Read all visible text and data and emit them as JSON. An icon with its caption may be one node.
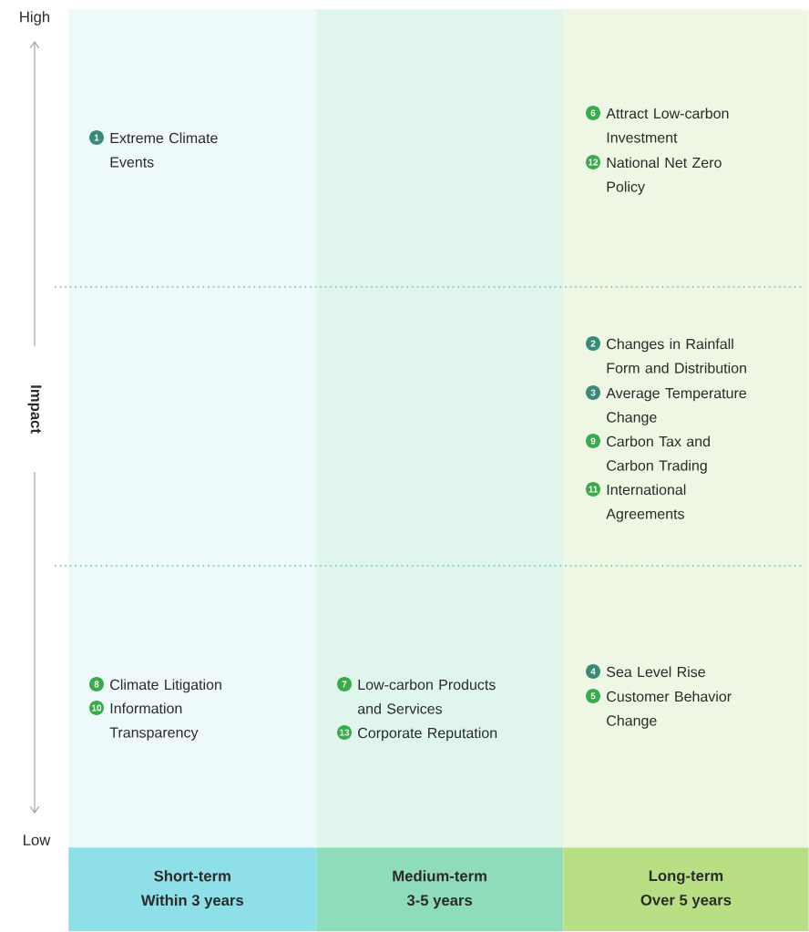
{
  "diagram": {
    "nodes": [
      {
        "text": [],
        "shape": "box"
      },
      {
        "text": [],
        "shape": "box"
      },
      {
        "text": [],
        "shape": "box"
      },
      {
        "text": [
          "Short-term",
          "Within 3 years"
        ]
      },
      {
        "text": [
          "Medium-term",
          "3-5 years"
        ]
      },
      {
        "text": [
          "Long-term",
          "Over 5 years"
        ]
      },
      {
        "text": [
          "1"
        ],
        "beside": [
          "Extreme Climate Events"
        ],
        "in": 0
      },
      {
        "text": [
          "6"
        ],
        "beside": [
          "Attract Low-carbon Investment"
        ],
        "in": 2
      },
      {
        "text": [
          "12"
        ],
        "beside": [
          "National Net Zero Policy"
        ],
        "in": 2
      },
      {
        "text": [
          "2"
        ],
        "beside": [
          "Changes in Rainfall Form and Distribution"
        ],
        "in": 2
      },
      {
        "text": [
          "3"
        ],
        "beside": [
          "Average Temperature Change"
        ],
        "in": 2
      },
      {
        "text": [
          "9"
        ],
        "beside": [
          "Carbon Tax and Carbon Trading"
        ],
        "in": 2
      },
      {
        "text": [
          "11"
        ],
        "beside": [
          "International Agreements"
        ],
        "in": 2
      },
      {
        "text": [
          "8"
        ],
        "beside": [
          "Climate Litigation"
        ],
        "in": 0
      },
      {
        "text": [
          "10"
        ],
        "beside": [
          "Information Transparency"
        ],
        "in": 0
      },
      {
        "text": [
          "7"
        ],
        "beside": [
          "Low-carbon Products and Services"
        ],
        "in": 1
      },
      {
        "text": [
          "13"
        ],
        "beside": [
          "Corporate Reputation"
        ],
        "in": 1
      },
      {
        "text": [
          "4"
        ],
        "beside": [
          "Sea Level Rise"
        ],
        "in": 2
      },
      {
        "text": [
          "5"
        ],
        "beside": [
          "Customer Behavior Change"
        ],
        "in": 2
      }
    ],
    "edges": [],
    "labels": [
      "High",
      "Impact",
      "Low"
    ]
  }
}
